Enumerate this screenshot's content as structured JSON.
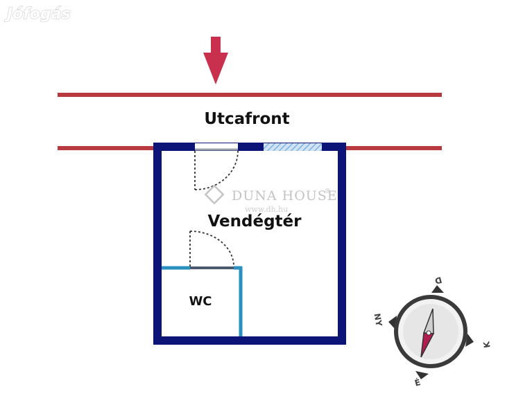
{
  "watermarks": {
    "site": "Jófogás",
    "brand": "DUNA HOUSE",
    "brand_mark": "®",
    "url": "www.dh.hu"
  },
  "labels": {
    "street": "Utcafront",
    "main_room": "Vendégtér",
    "wc": "WC"
  },
  "compass": {
    "north": "É",
    "south": "D",
    "east": "K",
    "west": "NY"
  },
  "colors": {
    "street_line": "#b83a3e",
    "arrow": "#c8304e",
    "wall": "#0c1577",
    "wc_wall": "#2a90c0",
    "door_closed": "#4a5a6c",
    "window": "#8fbadf",
    "compass_needle": "#b01e4f"
  }
}
